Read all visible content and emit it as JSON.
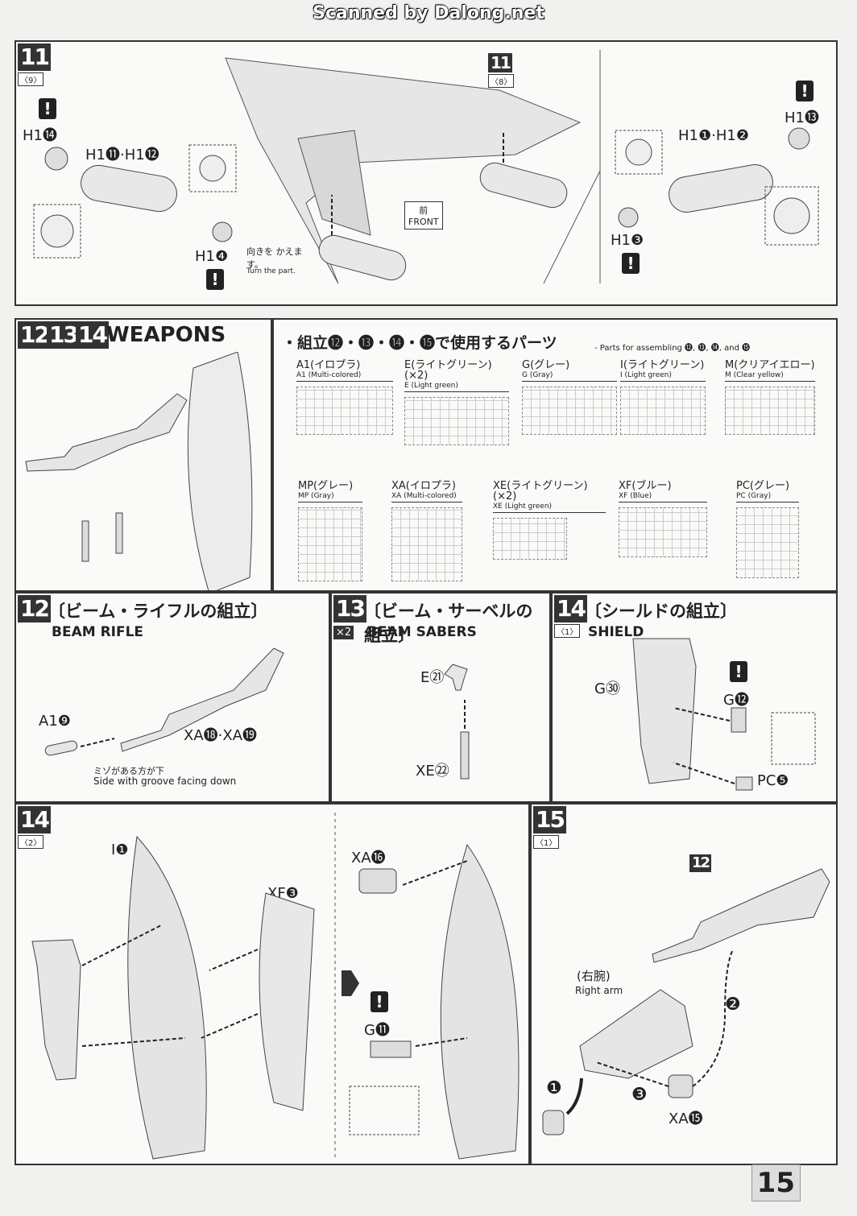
{
  "watermark": "Scanned by Dalong.net",
  "step11": {
    "num": "11",
    "sub": "〈9〉",
    "sub_inset": "〈8〉",
    "inset_num": "11",
    "part_h1_14": "H1⓮",
    "part_h1_11_12": "H1⓫·H1⓬",
    "part_h1_4": "H1❹",
    "part_h1_13": "H1⓭",
    "part_h1_1_2": "H1❶·H1❷",
    "part_h1_3": "H1❸",
    "turn_jp": "向きを かえます。",
    "turn_en": "Turn the part.",
    "front_jp": "前",
    "front_en": "FRONT"
  },
  "weapons": {
    "nums": [
      "12",
      "13",
      "14"
    ],
    "title": "WEAPONS",
    "parts_heading": "・組立⓬・⓭・⓮・⓯で使用するパーツ",
    "parts_heading_en": "- Parts for assembling ⓬, ⓭, ⓮, and ⓯",
    "runners": [
      {
        "jp": "A1(イロプラ)",
        "en": "A1 (Multi-colored)"
      },
      {
        "jp": "E(ライトグリーン) (×2)",
        "en": "E (Light green)"
      },
      {
        "jp": "G(グレー)",
        "en": "G (Gray)"
      },
      {
        "jp": "I(ライトグリーン)",
        "en": "I (Light green)"
      },
      {
        "jp": "M(クリアイエロー)",
        "en": "M (Clear yellow)"
      },
      {
        "jp": "MP(グレー)",
        "en": "MP (Gray)"
      },
      {
        "jp": "XA(イロプラ)",
        "en": "XA (Multi-colored)"
      },
      {
        "jp": "XE(ライトグリーン) (×2)",
        "en": "XE (Light green)"
      },
      {
        "jp": "XF(ブルー)",
        "en": "XF (Blue)"
      },
      {
        "jp": "PC(グレー)",
        "en": "PC (Gray)"
      }
    ]
  },
  "step12": {
    "num": "12",
    "jp": "〔ビーム・ライフルの組立〕",
    "en": "BEAM RIFLE",
    "part_a1": "A1❾",
    "part_xa": "XA⓲·XA⓳",
    "note_jp": "ミゾがある方が下",
    "note_en": "Side with groove facing down"
  },
  "step13": {
    "num": "13",
    "mult": "×2",
    "jp": "〔ビーム・サーベルの組立〕",
    "en": "BEAM SABERS",
    "part_e": "E㉑",
    "part_xe": "XE㉒"
  },
  "step14a": {
    "num": "14",
    "sub": "〈1〉",
    "jp": "〔シールドの組立〕",
    "en": "SHIELD",
    "part_g30": "G㉚",
    "part_g12": "G⓬",
    "part_pc": "PC❺"
  },
  "step14b": {
    "num": "14",
    "sub": "〈2〉",
    "part_i1": "I❶",
    "part_xf3": "XF❸",
    "part_xa16": "XA⓰",
    "part_g11": "G⓫"
  },
  "step15": {
    "num": "15",
    "sub": "〈1〉",
    "ref": "12",
    "arm_jp": "(右腕)",
    "arm_en": "Right arm",
    "part_xa15": "XA⓯",
    "steps": [
      "❶",
      "❷",
      "❸"
    ]
  },
  "page": "15"
}
